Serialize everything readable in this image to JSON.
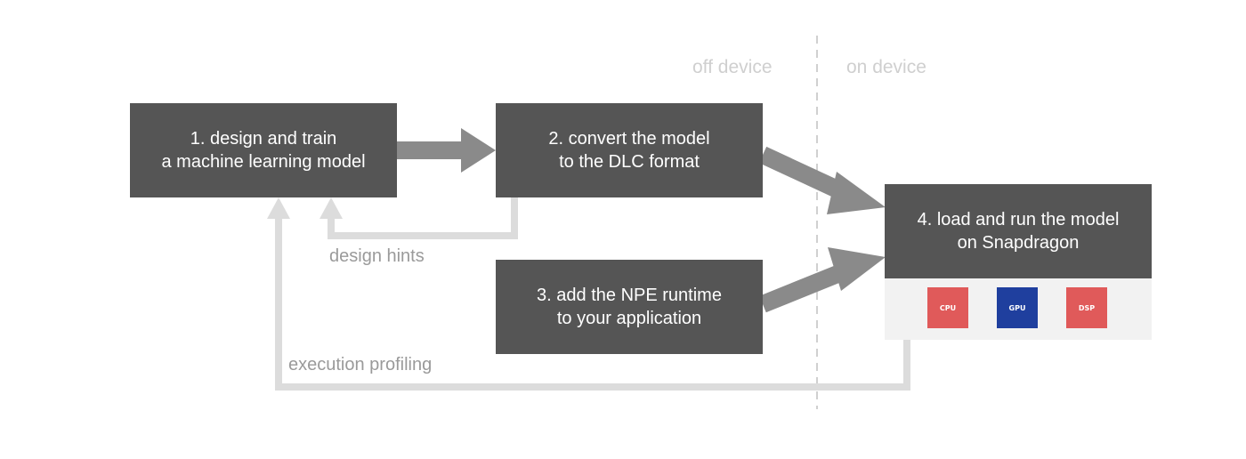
{
  "regions": {
    "off_device": "off device",
    "on_device": "on device"
  },
  "steps": [
    {
      "label": "1. design and train\na machine learning model"
    },
    {
      "label": "2. convert the model\nto the DLC format"
    },
    {
      "label": "3. add the NPE runtime\nto your application"
    },
    {
      "label": "4. load and run the model\non Snapdragon"
    }
  ],
  "processors": [
    {
      "label": "CPU",
      "color": "#e05a5a"
    },
    {
      "label": "GPU",
      "color": "#1f3f9e"
    },
    {
      "label": "DSP",
      "color": "#e05a5a"
    }
  ],
  "feedback": {
    "design_hints": "design hints",
    "execution_profiling": "execution profiling"
  },
  "colors": {
    "box": "#555555",
    "arrow": "#8a8a8a",
    "feedback": "#dcdcdc",
    "divider": "#d0d0d0",
    "panel": "#f2f2f2"
  }
}
